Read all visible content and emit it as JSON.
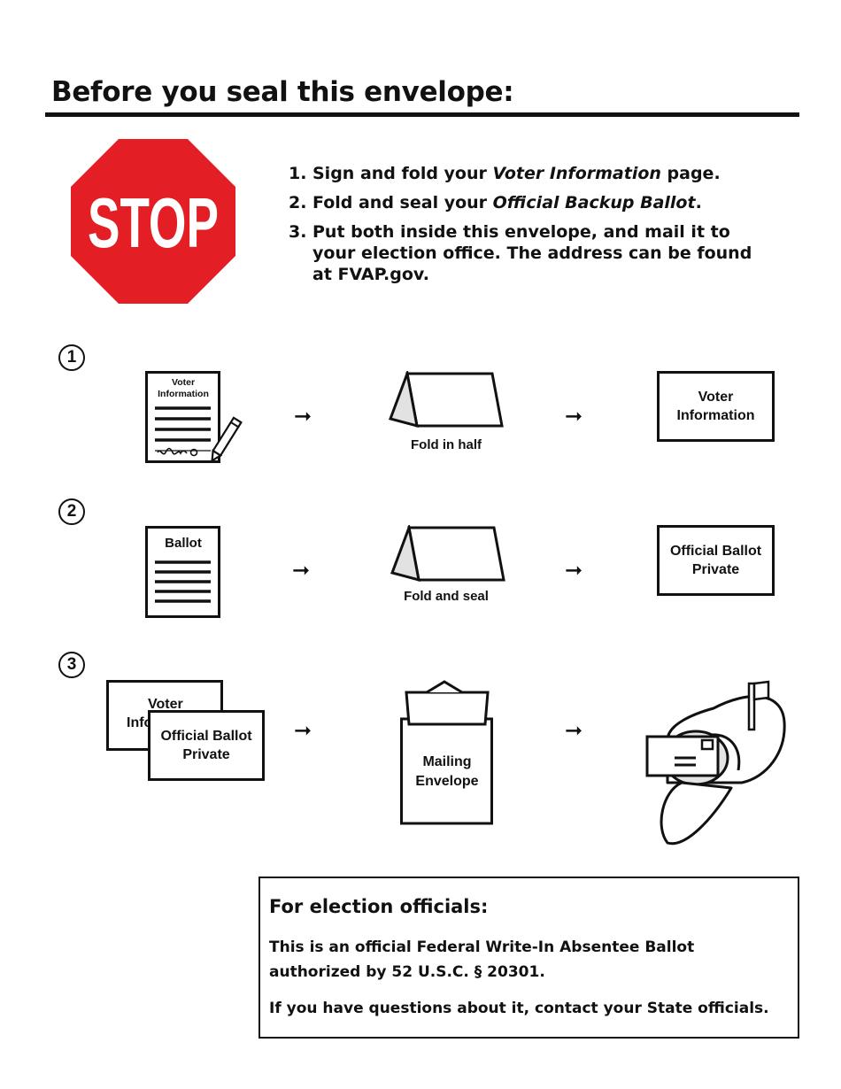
{
  "title": "Before you seal this envelope:",
  "stop_sign": {
    "text": "STOP",
    "color": "#e31e24"
  },
  "instructions": [
    {
      "number": "1.",
      "before": "Sign and fold your ",
      "emphasis": "Voter Information",
      "after": " page."
    },
    {
      "number": "2.",
      "before": "Fold and seal your ",
      "emphasis": "Official Backup Ballot",
      "after": "."
    },
    {
      "number": "3.",
      "before": "Put both inside this envelope, and mail it to your election office. The address can be found at FVAP.gov.",
      "emphasis": "",
      "after": ""
    }
  ],
  "steps": [
    {
      "number": "1",
      "doc_label_line1": "Voter",
      "doc_label_line2": "Information",
      "fold_caption": "Fold in half",
      "result_line1": "Voter",
      "result_line2": "Information"
    },
    {
      "number": "2",
      "doc_label_line1": "Ballot",
      "fold_caption": "Fold and seal",
      "result_line1": "Official Ballot",
      "result_line2": "Private"
    },
    {
      "number": "3",
      "back_card_line1": "Voter",
      "back_card_line2": "Information",
      "front_card_line1": "Official Ballot",
      "front_card_line2": "Private",
      "envelope_line1": "Mailing",
      "envelope_line2": "Envelope"
    }
  ],
  "arrow_symbol": "➞",
  "officials": {
    "heading": "For election officials:",
    "text1": "This is an official Federal Write-In Absentee Ballot authorized by 52 U.S.C. § 20301.",
    "text2": "If you have questions about it, contact your State officials."
  }
}
